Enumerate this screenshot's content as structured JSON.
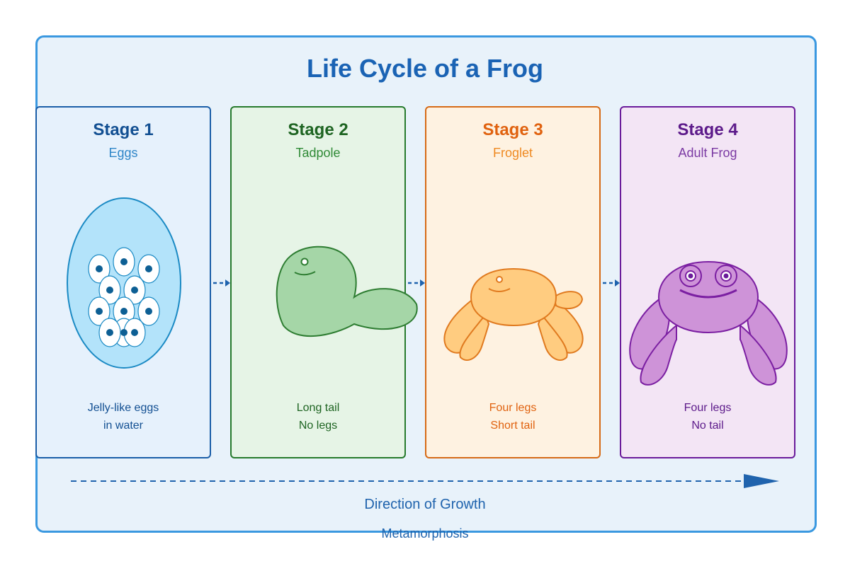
{
  "title": "Life Cycle of a Frog",
  "stages": [
    {
      "stage": "Stage 1",
      "name": "Eggs",
      "desc": [
        "Jelly-like eggs",
        "in water"
      ]
    },
    {
      "stage": "Stage 2",
      "name": "Tadpole",
      "desc": [
        "Long tail",
        "No legs"
      ]
    },
    {
      "stage": "Stage 3",
      "name": "Froglet",
      "desc": [
        "Four legs",
        "Short tail"
      ]
    },
    {
      "stage": "Stage 4",
      "name": "Adult Frog",
      "desc": [
        "Four legs",
        "No tail"
      ]
    }
  ],
  "growth_label": "Direction of Growth",
  "footer_label": "Metamorphosis",
  "colors": {
    "frame_border": "#3a98e0",
    "stage1": "#1a5ea8",
    "stage2": "#267a2c",
    "stage3": "#d66a16",
    "stage4": "#6a1b9a",
    "arrow": "#1f63ad"
  }
}
